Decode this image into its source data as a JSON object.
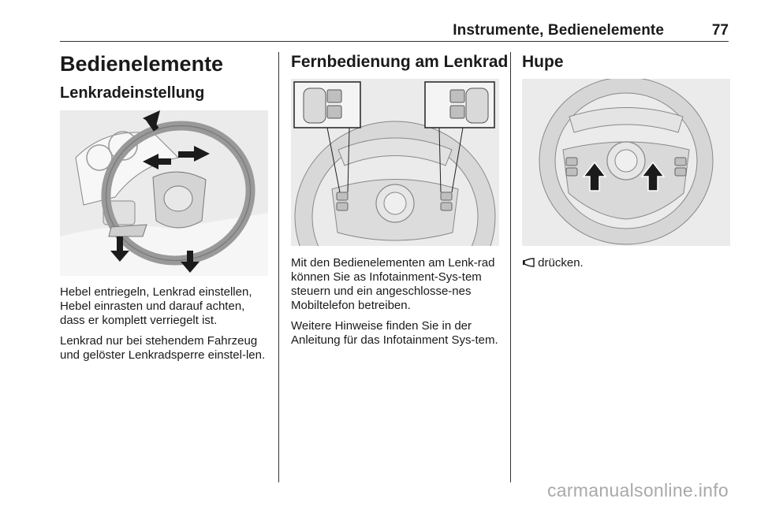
{
  "header": {
    "title": "Instrumente, Bedienelemente",
    "page_number": "77"
  },
  "col1": {
    "heading": "Bedienelemente",
    "subheading": "Lenkradeinstellung",
    "paragraphs": [
      "Hebel entriegeln, Lenkrad einstellen, Hebel einrasten und darauf achten, dass er komplett verriegelt ist.",
      "Lenkrad nur bei stehendem Fahrzeug und gelöster Lenkradsperre einstel-len."
    ]
  },
  "col2": {
    "heading": "Fernbedienung am Lenkrad",
    "paragraphs": [
      "Mit den Bedienelementen am Lenk-rad können Sie as Infotainment-Sys-tem steuern und ein angeschlosse-nes Mobiltelefon betreiben.",
      "Weitere Hinweise finden Sie in der Anleitung für das Infotainment Sys-tem."
    ]
  },
  "col3": {
    "heading": "Hupe",
    "horn_text": "drücken.",
    "horn_icon": "horn-icon"
  },
  "watermark": "carmanualsonline.info"
}
